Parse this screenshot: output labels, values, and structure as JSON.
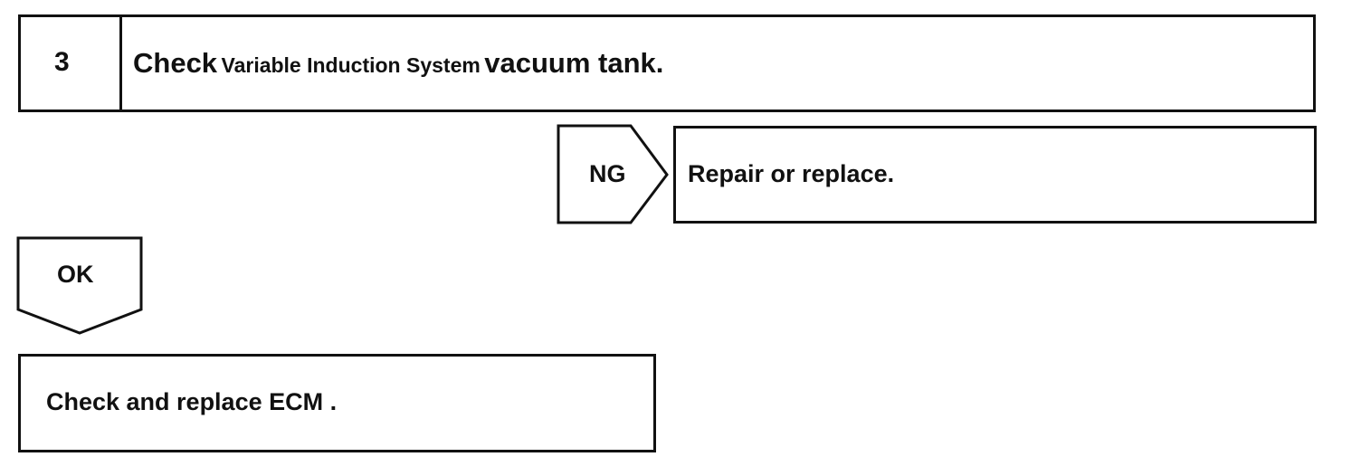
{
  "step": {
    "number": "3",
    "title_part1": "Check",
    "title_part2": "Variable Induction System",
    "title_part3": "vacuum tank",
    "title_end": "."
  },
  "ng_branch": {
    "label": "NG",
    "action": "Repair or replace."
  },
  "ok_branch": {
    "label": "OK",
    "action_text": "Check and replace ECM",
    "action_end": "."
  }
}
